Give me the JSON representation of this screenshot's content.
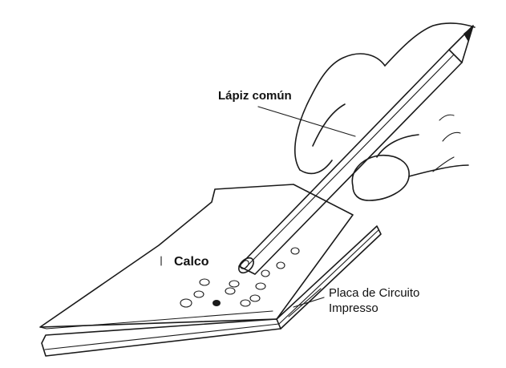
{
  "labels": {
    "pencil": "Lápiz común",
    "tracing": "Calco",
    "board_line1": "Placa de Circuito",
    "board_line2": "Impresso"
  },
  "colors": {
    "ink": "#1a1a1a",
    "background": "#ffffff"
  }
}
